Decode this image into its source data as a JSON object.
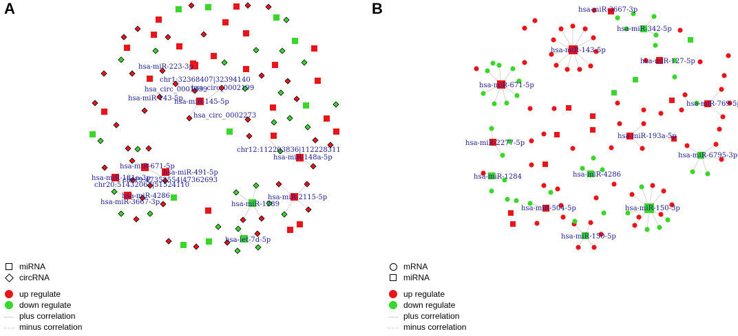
{
  "panels": [
    {
      "letter": "A",
      "legend": {
        "shape_items": [
          {
            "shape": "square",
            "label": "miRNA"
          },
          {
            "shape": "diamond",
            "label": "circRNA"
          }
        ],
        "color_items": [
          {
            "color": "#e8161b",
            "label": "up regulate"
          },
          {
            "color": "#3ad62c",
            "label": "down regulate"
          }
        ],
        "line_items": [
          {
            "style": "solid",
            "label": "plus correlation"
          },
          {
            "style": "dashed",
            "label": "minus correlation"
          }
        ]
      },
      "labels": [
        "hsa-miR-223-3p",
        "chr1:32368407|32394140",
        "hsa_circ_0001359",
        "hsa_circ_0002199",
        "hsa-miR-143-5p",
        "hsa-miR-145-5p",
        "hsa_circ_0002273",
        "chr12:112203836|112228311",
        "hsa-miR-148a-5p",
        "hsa-miR-671-5p",
        "hsa-miR-491-5p",
        "hsa-miR-181a-3p",
        "chr19:47352554|47362693",
        "chr20:51432067|51524110",
        "hsa-miR-4286",
        "hsa-miR-3667-3p",
        "hsa-miR-2115-5p",
        "hsa-miR-1289",
        "hsa-let-7d-5p"
      ]
    },
    {
      "letter": "B",
      "legend": {
        "shape_items": [
          {
            "shape": "circle",
            "label": "mRNA"
          },
          {
            "shape": "square",
            "label": "miRNA"
          }
        ],
        "color_items": [
          {
            "color": "#e8161b",
            "label": "up regulate"
          },
          {
            "color": "#3ad62c",
            "label": "down regulate"
          }
        ],
        "line_items": [
          {
            "style": "solid",
            "label": "plus correlation"
          },
          {
            "style": "dashed",
            "label": "minus correlation"
          }
        ]
      },
      "labels": [
        "hsa-miR-3667-3p",
        "hsa-miR-342-5p",
        "hsa-miR-143-5p",
        "hsa-miR-127-5p",
        "hsa-miR-671-5p",
        "hsa-miR-769-5p",
        "hsa-miR-193a-5p",
        "hsa-miR-2277-5p",
        "hsa-miR-6795-3p",
        "hsa-miR-1284",
        "hsa-miR-4286",
        "hsa-miR-504-5p",
        "hsa-miR-150-3p",
        "hsa-miR-150-5p"
      ]
    }
  ],
  "colors": {
    "up": "#e8161b",
    "down": "#3ad62c",
    "label": "#1a1a8c",
    "edge": "#cccccc"
  }
}
